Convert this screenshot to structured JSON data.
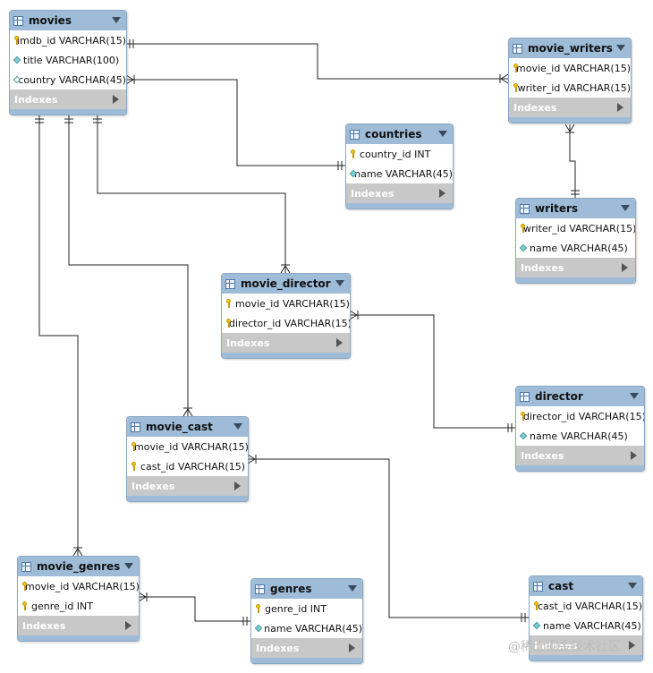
{
  "tables": {
    "movies": {
      "name": "movies",
      "columns": [
        {
          "text": "imdb_id VARCHAR(15)",
          "icon": "key-icon"
        },
        {
          "text": "title VARCHAR(100)",
          "icon": "column-filled-icon"
        },
        {
          "text": "country VARCHAR(45)",
          "icon": "column-hollow-icon"
        }
      ],
      "indexes_label": "Indexes"
    },
    "movie_writers": {
      "name": "movie_writers",
      "columns": [
        {
          "text": "movie_id VARCHAR(15)",
          "icon": "key-icon"
        },
        {
          "text": "writer_id VARCHAR(15)",
          "icon": "key-icon"
        }
      ],
      "indexes_label": "Indexes"
    },
    "countries": {
      "name": "countries",
      "columns": [
        {
          "text": "country_id INT",
          "icon": "key-icon"
        },
        {
          "text": "name VARCHAR(45)",
          "icon": "column-filled-icon"
        }
      ],
      "indexes_label": "Indexes"
    },
    "writers": {
      "name": "writers",
      "columns": [
        {
          "text": "writer_id VARCHAR(15)",
          "icon": "key-icon"
        },
        {
          "text": "name VARCHAR(45)",
          "icon": "column-filled-icon"
        }
      ],
      "indexes_label": "Indexes"
    },
    "movie_director": {
      "name": "movie_director",
      "columns": [
        {
          "text": "movie_id VARCHAR(15)",
          "icon": "key-icon"
        },
        {
          "text": "director_id VARCHAR(15)",
          "icon": "key-icon"
        }
      ],
      "indexes_label": "Indexes"
    },
    "director": {
      "name": "director",
      "columns": [
        {
          "text": "director_id VARCHAR(15)",
          "icon": "key-icon"
        },
        {
          "text": "name VARCHAR(45)",
          "icon": "column-filled-icon"
        }
      ],
      "indexes_label": "Indexes"
    },
    "movie_cast": {
      "name": "movie_cast",
      "columns": [
        {
          "text": "movie_id VARCHAR(15)",
          "icon": "key-icon"
        },
        {
          "text": "cast_id VARCHAR(15)",
          "icon": "key-icon"
        }
      ],
      "indexes_label": "Indexes"
    },
    "movie_genres": {
      "name": "movie_genres",
      "columns": [
        {
          "text": "movie_id VARCHAR(15)",
          "icon": "key-icon"
        },
        {
          "text": "genre_id INT",
          "icon": "key-icon"
        }
      ],
      "indexes_label": "Indexes"
    },
    "genres": {
      "name": "genres",
      "columns": [
        {
          "text": "genre_id INT",
          "icon": "key-icon"
        },
        {
          "text": "name VARCHAR(45)",
          "icon": "column-filled-icon"
        }
      ],
      "indexes_label": "Indexes"
    },
    "cast": {
      "name": "cast",
      "columns": [
        {
          "text": "cast_id VARCHAR(15)",
          "icon": "key-icon"
        },
        {
          "text": "name VARCHAR(45)",
          "icon": "column-filled-icon"
        }
      ],
      "indexes_label": "Indexes"
    }
  },
  "watermark": "@稀土掘金技术社区",
  "colors": {
    "header": "#9ebcd8",
    "indexes": "#c8c8c8",
    "line": "#222222"
  }
}
